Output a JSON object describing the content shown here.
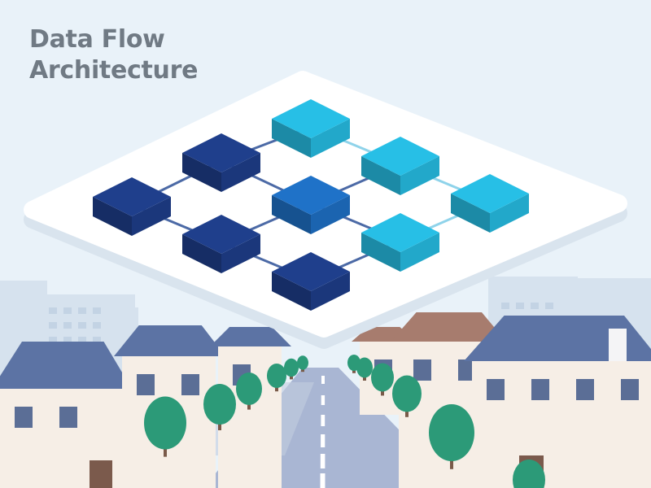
{
  "title": {
    "line1": "Data Flow",
    "line2": "Architecture"
  },
  "colors": {
    "sky": "#e9f2f9",
    "platform": "#ffffff",
    "node_dark": "#1f3f8c",
    "node_mid": "#1f72c8",
    "node_light": "#27bfe6",
    "link": "#4c6aa6",
    "link_light": "#8fd3ea",
    "house_roof": "#5c73a4",
    "house_wall": "#f6eee6",
    "roof_brown": "#a77c6e",
    "tree": "#2c9a78",
    "trunk": "#7a5a49",
    "road": "#a9b6d3"
  },
  "diagram": {
    "nodes": [
      {
        "id": "n1",
        "shade": "dark"
      },
      {
        "id": "n2",
        "shade": "dark"
      },
      {
        "id": "n3",
        "shade": "dark"
      },
      {
        "id": "n4",
        "shade": "dark"
      },
      {
        "id": "n5",
        "shade": "mid"
      },
      {
        "id": "n6",
        "shade": "light"
      },
      {
        "id": "n7",
        "shade": "light"
      },
      {
        "id": "n8",
        "shade": "light"
      },
      {
        "id": "n9",
        "shade": "light"
      }
    ],
    "links": [
      [
        "n1",
        "n2"
      ],
      [
        "n1",
        "n3"
      ],
      [
        "n2",
        "n5"
      ],
      [
        "n3",
        "n5"
      ],
      [
        "n3",
        "n4"
      ],
      [
        "n2",
        "n6"
      ],
      [
        "n6",
        "n7"
      ],
      [
        "n5",
        "n8"
      ],
      [
        "n5",
        "n7"
      ],
      [
        "n7",
        "n9"
      ],
      [
        "n4",
        "n8"
      ],
      [
        "n8",
        "n9"
      ]
    ]
  }
}
